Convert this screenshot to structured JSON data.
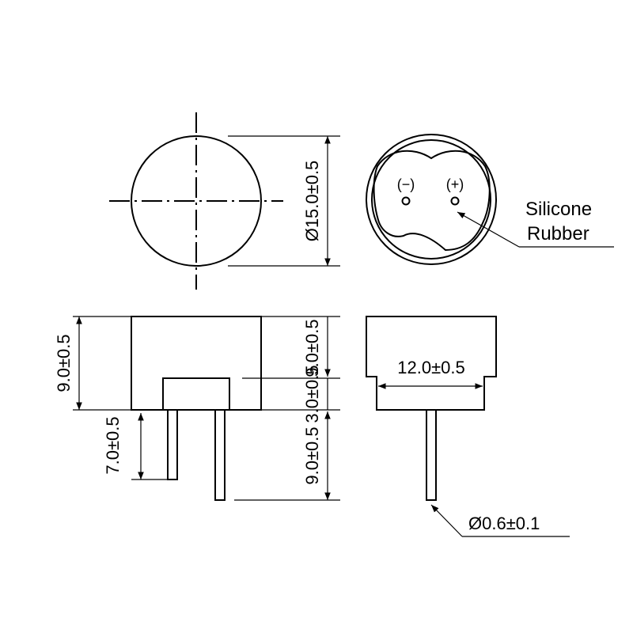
{
  "dimensions": {
    "diameter": "Ø15.0±0.5",
    "body_height": "9.0±0.5",
    "lead_length_short": "7.0±0.5",
    "lead_length_long": "9.0±0.5",
    "step_height": "3.0±0.5",
    "lead_spacing": "12.0±0.5",
    "lead_diameter": "Ø0.6±0.1"
  },
  "callouts": {
    "material_line1": "Silicone",
    "material_line2": "Rubber"
  },
  "terminals": {
    "negative": "(−)",
    "positive": "(+)"
  }
}
